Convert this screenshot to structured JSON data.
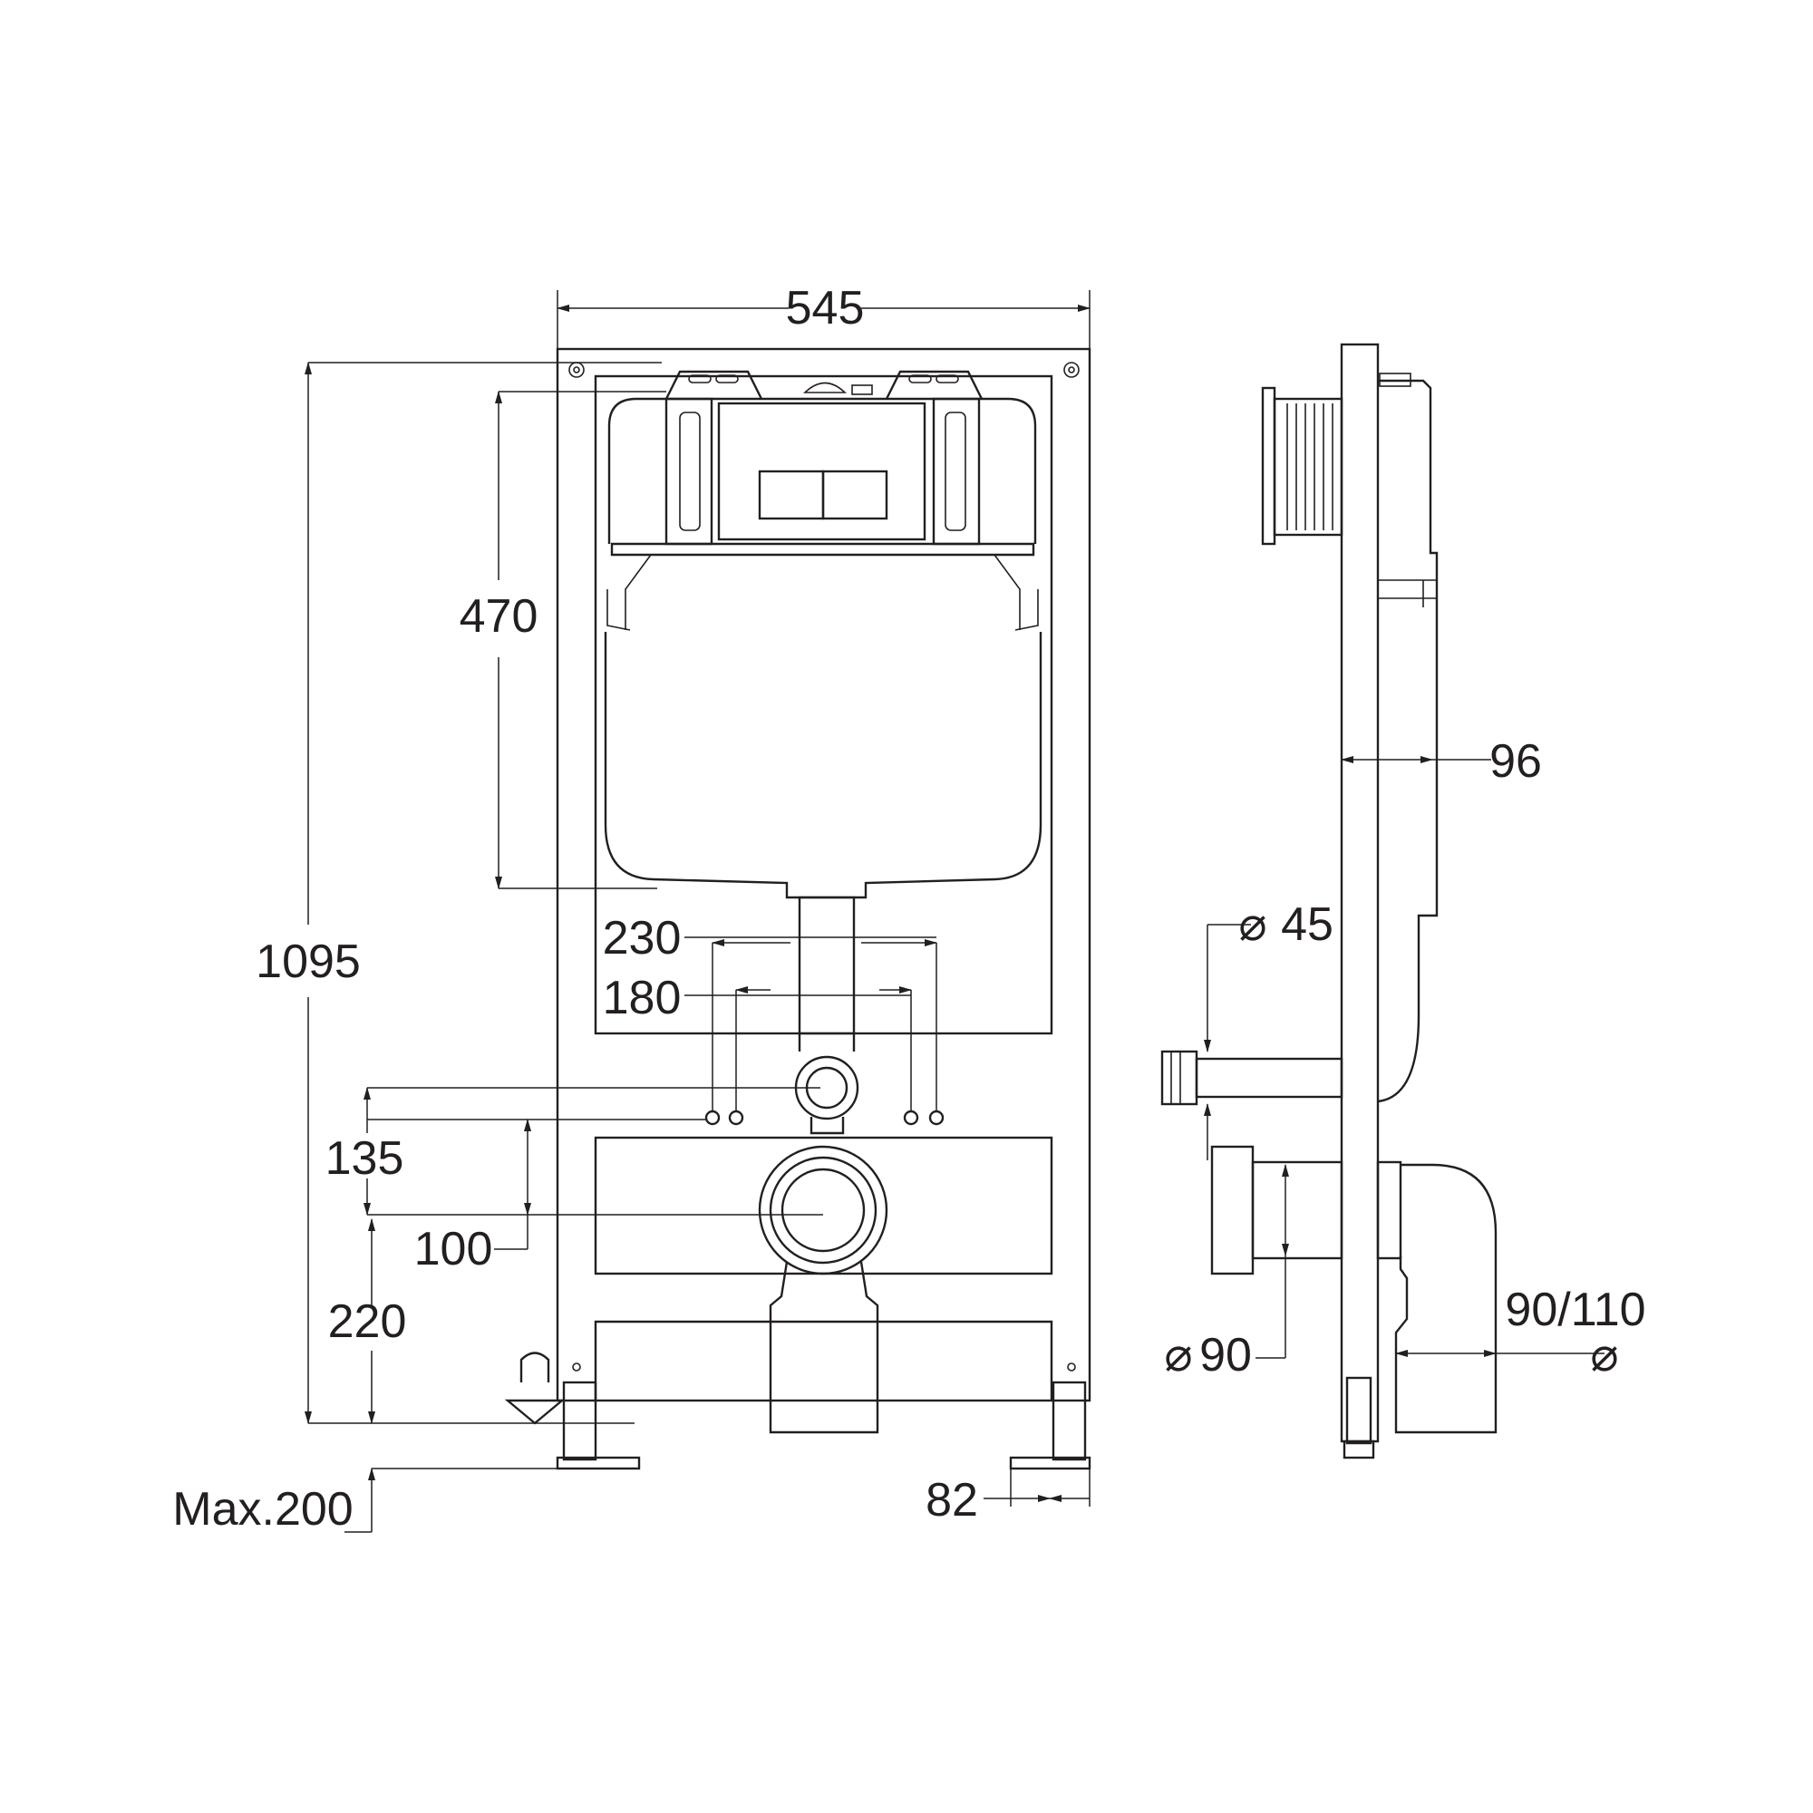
{
  "drawing": {
    "front_view": {
      "dimensions": {
        "width": "545",
        "total_height": "1095",
        "tank_height": "470",
        "bolt_spacing_outer": "230",
        "bolt_spacing_inner": "180",
        "flush_pipe_offset": "135",
        "outlet_to_bolts": "100",
        "outlet_height": "220",
        "leg_adjustment": "Max.200",
        "foot_width": "82"
      }
    },
    "side_view": {
      "dimensions": {
        "depth": "96",
        "flush_pipe_diameter_symbol": "⌀",
        "flush_pipe_diameter": "45",
        "outlet_diameter_prefix": "⌀",
        "outlet_diameter": "90",
        "drain_diameter": "90/110",
        "drain_diameter_suffix": "⌀"
      }
    }
  }
}
